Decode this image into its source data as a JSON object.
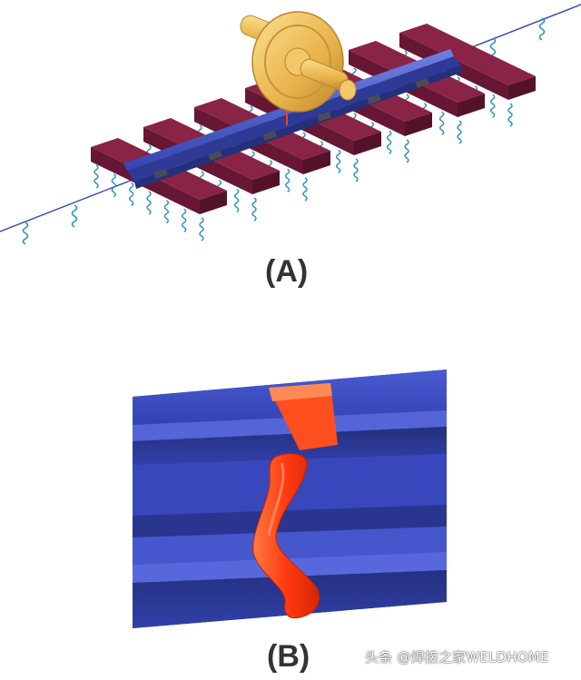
{
  "panels": {
    "a": {
      "label": "(A)"
    },
    "b": {
      "label": "(B)"
    }
  },
  "watermark": "头条 @焊接之家WELDHOME",
  "colors": {
    "rail": "#3b4db8",
    "sleeper": "#7b1f3c",
    "wheel": "#e8b24a",
    "spring": "#2a8fc0",
    "rail_section": "#2e3a9a",
    "weld_defect": "#ff3b1a"
  }
}
